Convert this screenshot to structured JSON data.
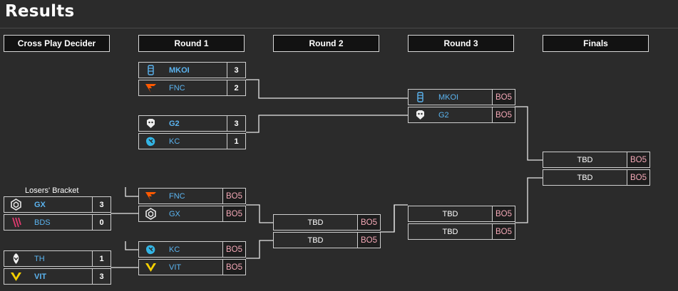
{
  "page_title": "Results",
  "columns": [
    "Cross Play Decider",
    "Round 1",
    "Round 2",
    "Round 3",
    "Finals"
  ],
  "losers_bracket_label": "Losers' Bracket",
  "colors": {
    "team_blue": "#5bb4f0",
    "bo_pink": "#f4a8b6",
    "background": "#2b2b2b"
  },
  "decider": {
    "m1": [
      {
        "team": "GX",
        "score": "3",
        "win": true,
        "logo": "giantx-icon"
      },
      {
        "team": "BDS",
        "score": "0",
        "win": false,
        "logo": "bds-icon"
      }
    ],
    "m2": [
      {
        "team": "TH",
        "score": "1",
        "win": false,
        "logo": "heretics-icon"
      },
      {
        "team": "VIT",
        "score": "3",
        "win": true,
        "logo": "vitality-icon"
      }
    ]
  },
  "round1": {
    "m1": [
      {
        "team": "MKOI",
        "score": "3",
        "win": true,
        "logo": "mkoi-icon"
      },
      {
        "team": "FNC",
        "score": "2",
        "win": false,
        "logo": "fnatic-icon"
      }
    ],
    "m2": [
      {
        "team": "G2",
        "score": "3",
        "win": true,
        "logo": "g2-icon"
      },
      {
        "team": "KC",
        "score": "1",
        "win": false,
        "logo": "kc-icon"
      }
    ],
    "m3": [
      {
        "team": "FNC",
        "score": "BO5",
        "logo": "fnatic-icon"
      },
      {
        "team": "GX",
        "score": "BO5",
        "logo": "giantx-icon"
      }
    ],
    "m4": [
      {
        "team": "KC",
        "score": "BO5",
        "logo": "kc-icon"
      },
      {
        "team": "VIT",
        "score": "BO5",
        "logo": "vitality-icon"
      }
    ]
  },
  "round2": {
    "m1": [
      {
        "team": "TBD",
        "score": "BO5"
      },
      {
        "team": "TBD",
        "score": "BO5"
      }
    ]
  },
  "round3": {
    "m1": [
      {
        "team": "MKOI",
        "score": "BO5",
        "logo": "mkoi-icon"
      },
      {
        "team": "G2",
        "score": "BO5",
        "logo": "g2-icon"
      }
    ],
    "m2": [
      {
        "team": "TBD",
        "score": "BO5"
      },
      {
        "team": "TBD",
        "score": "BO5"
      }
    ]
  },
  "finals": {
    "m1": [
      {
        "team": "TBD",
        "score": "BO5"
      },
      {
        "team": "TBD",
        "score": "BO5"
      }
    ]
  }
}
